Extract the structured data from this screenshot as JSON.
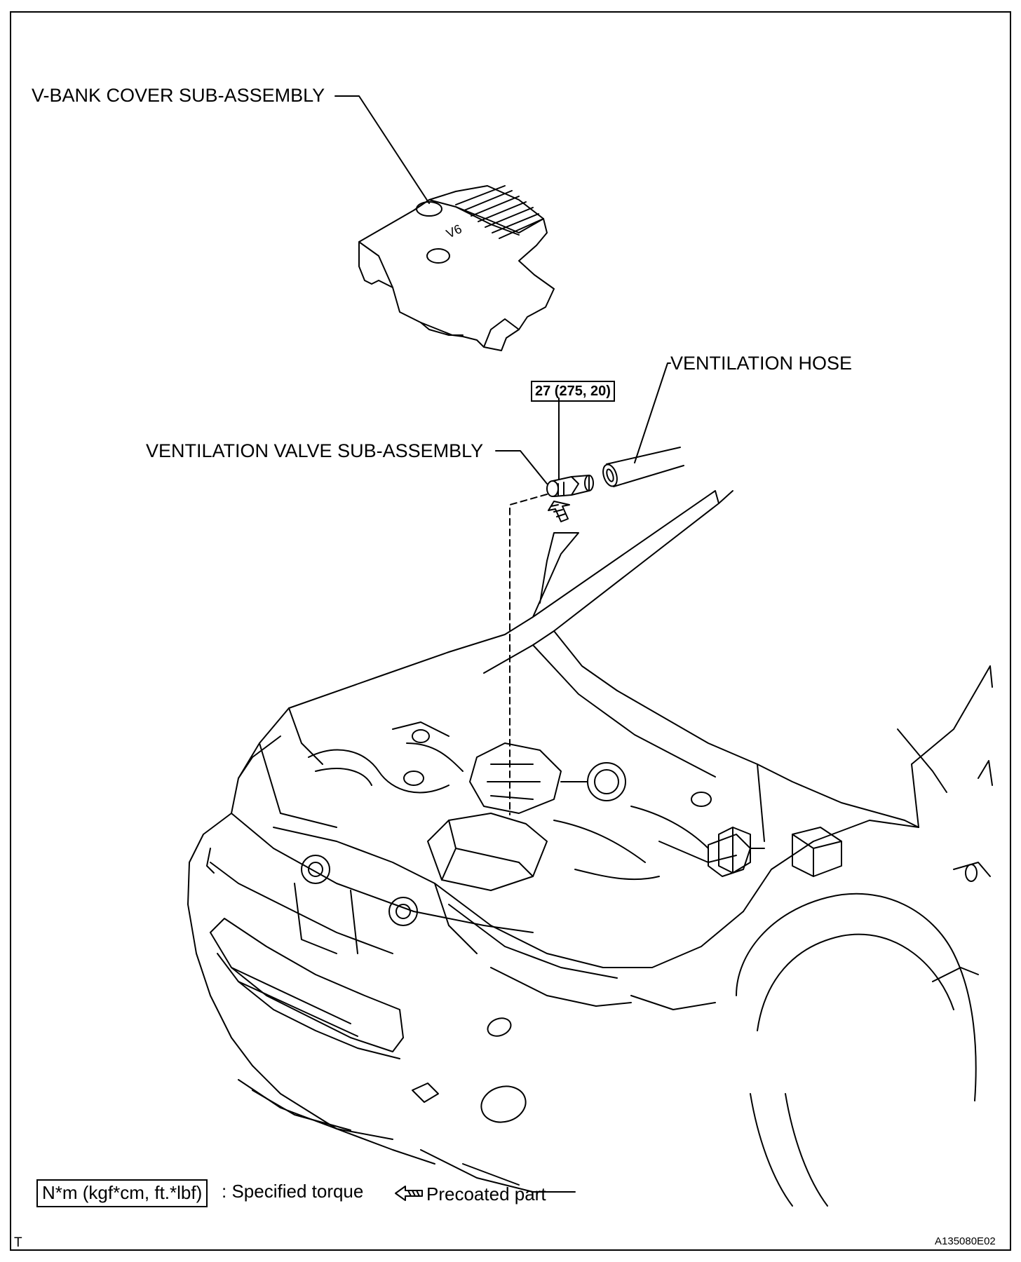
{
  "labels": {
    "v_bank_cover": "V-BANK COVER SUB-ASSEMBLY",
    "ventilation_hose": "VENTILATION HOSE",
    "ventilation_valve": "VENTILATION VALVE SUB-ASSEMBLY",
    "torque_value": "27 (275, 20)",
    "cover_emblem": "V6"
  },
  "legend": {
    "torque_unit_box": "N*m (kgf*cm, ft.*lbf)",
    "torque_desc": ": Specified torque",
    "precoated_desc": "Precoated part"
  },
  "corner": {
    "left_mark": "T",
    "figure_code": "A135080E02"
  }
}
